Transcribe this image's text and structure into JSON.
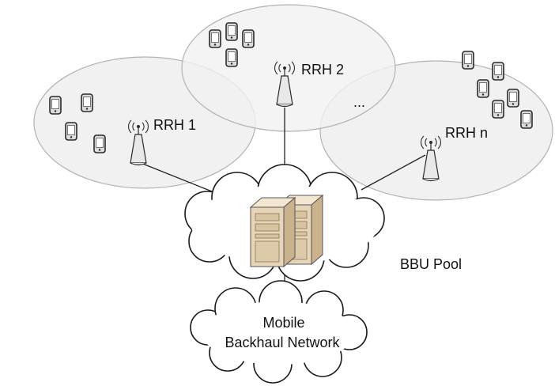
{
  "labels": {
    "rrh1": "RRH 1",
    "rrh2": "RRH 2",
    "rrhn": "RRH n",
    "ellipsis": "...",
    "bbu_pool": "BBU Pool",
    "backhaul_line1": "Mobile",
    "backhaul_line2": "Backhaul Network"
  },
  "colors": {
    "cell_fill": "#f1f1f1",
    "cell_stroke": "#b2b2b2",
    "server_front": "#e6d5b8",
    "server_side": "#c9b28c",
    "line": "#222222"
  },
  "icons": {
    "device": "mobile-phone-icon",
    "rrh": "radio-tower-icon",
    "bbu": "server-rack-icon"
  }
}
